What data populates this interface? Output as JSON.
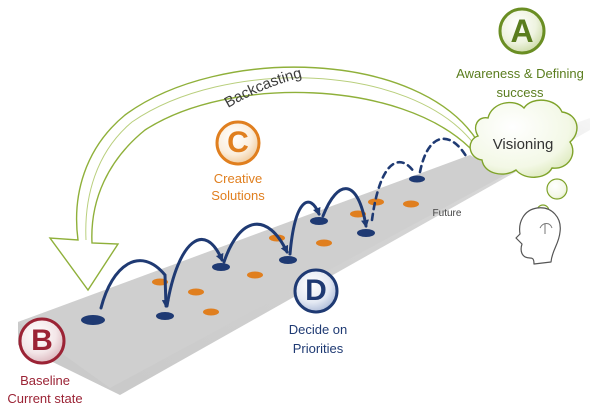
{
  "steps": {
    "a": {
      "letter": "A",
      "text_line1": "Awareness & Defining",
      "text_line2": "success",
      "color": "#6a8e23"
    },
    "b": {
      "letter": "B",
      "text_line1": "Baseline",
      "text_line2": "Current state",
      "color": "#9b2335"
    },
    "c": {
      "letter": "C",
      "text_line1": "Creative",
      "text_line2": "Solutions",
      "color": "#e07f1f"
    },
    "d": {
      "letter": "D",
      "text_line1": "Decide on",
      "text_line2": "Priorities",
      "color": "#1f3a73"
    }
  },
  "labels": {
    "backcasting": "Backcasting",
    "visioning": "Visioning",
    "future": "Future"
  },
  "icons": {
    "head": "human-head-icon",
    "cloud": "thought-cloud-icon"
  }
}
